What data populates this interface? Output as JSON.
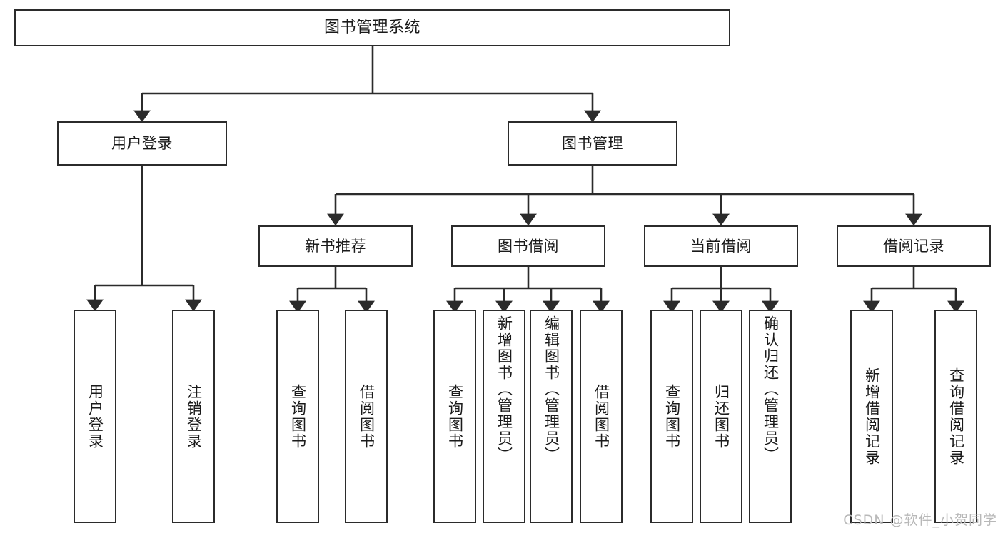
{
  "diagram": {
    "title": "图书管理系统",
    "type": "tree-hierarchy",
    "watermark": "CSDN @软件_小贺同学",
    "stroke_color": "#2b2b2b",
    "background_color": "#ffffff",
    "text_color": "#1a1a1a"
  },
  "nodes": {
    "root": {
      "label": "图书管理系统"
    },
    "level2": [
      {
        "label": "用户登录"
      },
      {
        "label": "图书管理"
      }
    ],
    "level3": [
      {
        "label": "新书推荐"
      },
      {
        "label": "图书借阅"
      },
      {
        "label": "当前借阅"
      },
      {
        "label": "借阅记录"
      }
    ],
    "leaves": {
      "user_login": [
        {
          "label": "用户登录"
        },
        {
          "label": "注销登录"
        }
      ],
      "new_book_recommend": [
        {
          "label": "查询图书"
        },
        {
          "label": "借阅图书"
        }
      ],
      "book_borrow": [
        {
          "label": "查询图书"
        },
        {
          "label": "新增图书（管理员）"
        },
        {
          "label": "编辑图书（管理员）"
        },
        {
          "label": "借阅图书"
        }
      ],
      "current_borrow": [
        {
          "label": "查询图书"
        },
        {
          "label": "归还图书"
        },
        {
          "label": "确认归还（管理员）"
        }
      ],
      "borrow_record": [
        {
          "label": "新增借阅记录"
        },
        {
          "label": "查询借阅记录"
        }
      ]
    }
  }
}
